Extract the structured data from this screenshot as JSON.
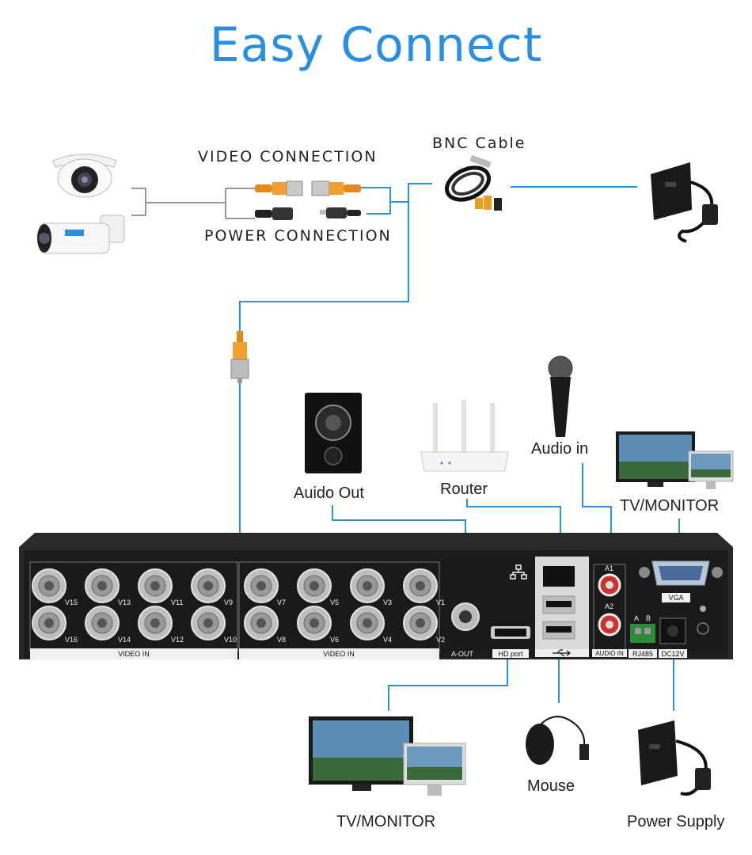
{
  "title": "Easy Connect",
  "labels": {
    "video_connection": "VIDEO CONNECTION",
    "power_connection": "POWER CONNECTION",
    "bnc_cable": "BNC Cable",
    "audio_out": "Auido Out",
    "router": "Router",
    "audio_in": "Audio in",
    "tv_monitor_vga": "TV/MONITOR",
    "tv_monitor_hdmi": "TV/MONITOR",
    "mouse": "Mouse",
    "power_supply": "Power Supply"
  },
  "dvr": {
    "channels_left": [
      {
        "label": "V15"
      },
      {
        "label": "V13"
      },
      {
        "label": "V11"
      },
      {
        "label": "V9"
      },
      {
        "label": "V16"
      },
      {
        "label": "V14"
      },
      {
        "label": "V12"
      },
      {
        "label": "V10"
      }
    ],
    "channels_right": [
      {
        "label": "V7"
      },
      {
        "label": "V5"
      },
      {
        "label": "V3"
      },
      {
        "label": "V1"
      },
      {
        "label": "V8"
      },
      {
        "label": "V6"
      },
      {
        "label": "V4"
      },
      {
        "label": "V2"
      }
    ],
    "video_in_left": "VIDEO IN",
    "video_in_right": "VIDEO IN",
    "a_out": "A-OUT",
    "hd_port": "HD port",
    "audio_in": "AUDIO IN",
    "a1": "A1",
    "a2": "A2",
    "rj485": "RJ485",
    "a": "A",
    "b": "B",
    "dc12v": "DC12V",
    "vga": "VGA"
  },
  "colors": {
    "accent": "#2a8fe0",
    "wire": "#2a8fe0",
    "dvr_body": "#2b2b2b",
    "panel": "#1c1c1c"
  },
  "icons": [
    "dome-camera",
    "bullet-camera",
    "bnc-connector",
    "dc-power-plug",
    "bnc-cable",
    "power-adapter",
    "speaker",
    "router",
    "microphone",
    "monitor",
    "mouse",
    "network-icon",
    "usb-icon",
    "ground-icon"
  ]
}
